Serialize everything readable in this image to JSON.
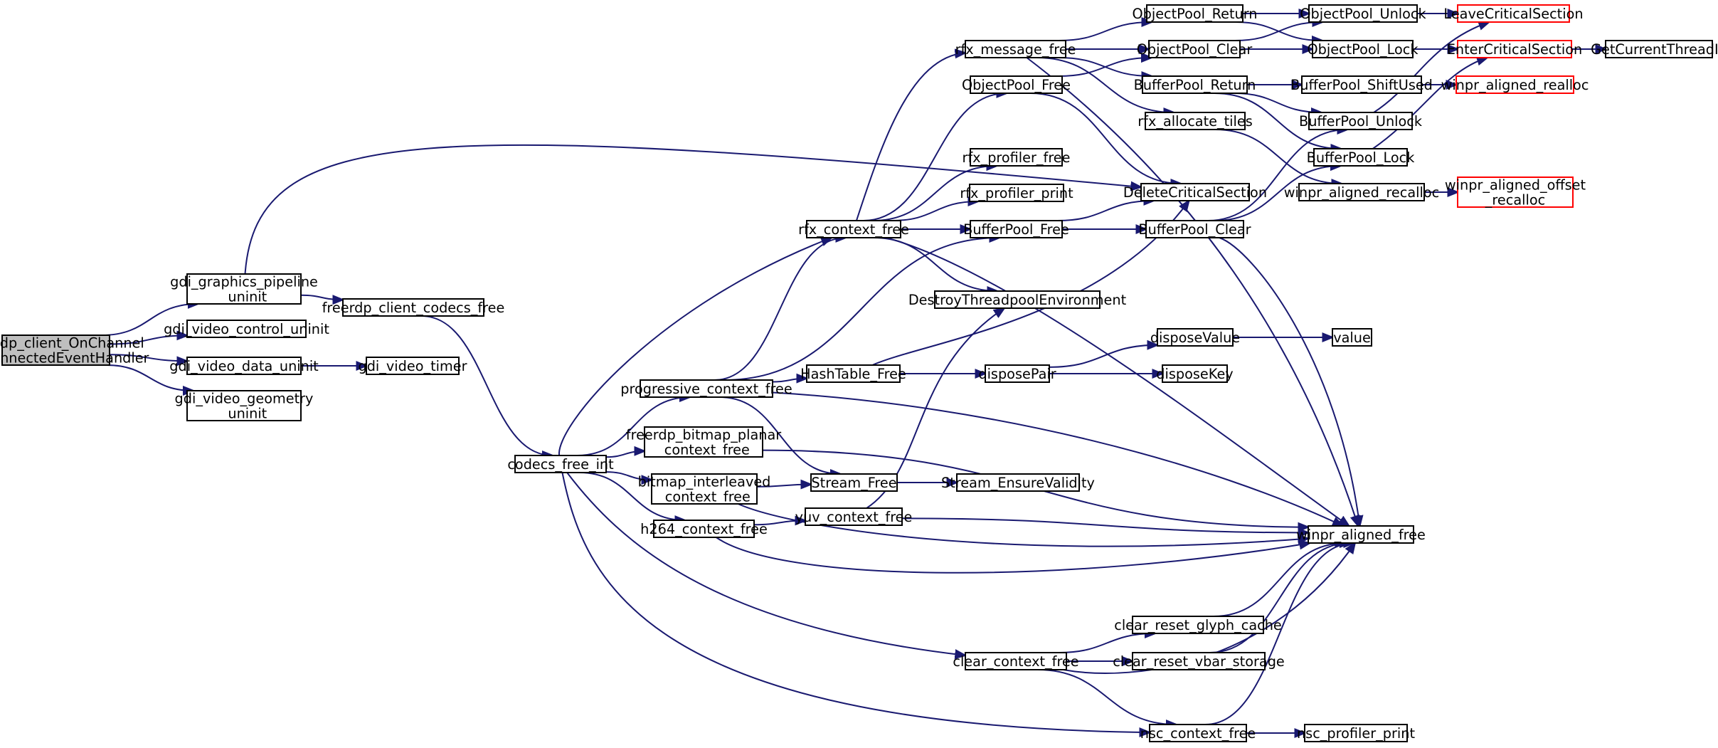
{
  "colors": {
    "edge": "#191970",
    "node_border": "#000000",
    "external_border": "#ff0000",
    "root_fill": "#bfbfbf",
    "node_fill": "#ffffff"
  },
  "nodes": [
    {
      "id": "root",
      "lines": [
        "freerdp_client_OnChannel",
        "DisconnectedEventHandler"
      ],
      "kind": "root"
    },
    {
      "id": "gdi_gp",
      "lines": [
        "gdi_graphics_pipeline",
        "_uninit"
      ]
    },
    {
      "id": "gdi_vcu",
      "lines": [
        "gdi_video_control_uninit"
      ]
    },
    {
      "id": "gdi_vdu",
      "lines": [
        "gdi_video_data_uninit"
      ]
    },
    {
      "id": "gdi_vgu",
      "lines": [
        "gdi_video_geometry",
        "_uninit"
      ]
    },
    {
      "id": "fccf",
      "lines": [
        "freerdp_client_codecs_free"
      ]
    },
    {
      "id": "gvt",
      "lines": [
        "gdi_video_timer"
      ]
    },
    {
      "id": "cfi",
      "lines": [
        "codecs_free_int"
      ]
    },
    {
      "id": "rfxcf",
      "lines": [
        "rfx_context_free"
      ]
    },
    {
      "id": "pcf",
      "lines": [
        "progressive_context_free"
      ]
    },
    {
      "id": "fbpcf",
      "lines": [
        "freerdp_bitmap_planar",
        "_context_free"
      ]
    },
    {
      "id": "bicf",
      "lines": [
        "bitmap_interleaved",
        "_context_free"
      ]
    },
    {
      "id": "h264",
      "lines": [
        "h264_context_free"
      ]
    },
    {
      "id": "ccf",
      "lines": [
        "clear_context_free"
      ]
    },
    {
      "id": "nsc",
      "lines": [
        "nsc_context_free"
      ]
    },
    {
      "id": "rmf",
      "lines": [
        "rfx_message_free"
      ]
    },
    {
      "id": "opf",
      "lines": [
        "ObjectPool_Free"
      ]
    },
    {
      "id": "rpf",
      "lines": [
        "rfx_profiler_free"
      ]
    },
    {
      "id": "rpp",
      "lines": [
        "rfx_profiler_print"
      ]
    },
    {
      "id": "bpf",
      "lines": [
        "BufferPool_Free"
      ]
    },
    {
      "id": "dte",
      "lines": [
        "DestroyThreadpoolEnvironment"
      ]
    },
    {
      "id": "htf",
      "lines": [
        "HashTable_Free"
      ]
    },
    {
      "id": "sf",
      "lines": [
        "Stream_Free"
      ]
    },
    {
      "id": "yuv",
      "lines": [
        "yuv_context_free"
      ]
    },
    {
      "id": "opr",
      "lines": [
        "ObjectPool_Return"
      ]
    },
    {
      "id": "opc",
      "lines": [
        "ObjectPool_Clear"
      ]
    },
    {
      "id": "bpr",
      "lines": [
        "BufferPool_Return"
      ]
    },
    {
      "id": "rat",
      "lines": [
        "rfx_allocate_tiles"
      ]
    },
    {
      "id": "dcs",
      "lines": [
        "DeleteCriticalSection"
      ]
    },
    {
      "id": "bpc",
      "lines": [
        "BufferPool_Clear"
      ]
    },
    {
      "id": "dp",
      "lines": [
        "disposePair"
      ]
    },
    {
      "id": "sev",
      "lines": [
        "Stream_EnsureValidity"
      ]
    },
    {
      "id": "crgc",
      "lines": [
        "clear_reset_glyph_cache"
      ]
    },
    {
      "id": "crvs",
      "lines": [
        "clear_reset_vbar_storage"
      ]
    },
    {
      "id": "npp",
      "lines": [
        "nsc_profiler_print"
      ]
    },
    {
      "id": "opu",
      "lines": [
        "ObjectPool_Unlock"
      ]
    },
    {
      "id": "opl",
      "lines": [
        "ObjectPool_Lock"
      ]
    },
    {
      "id": "bpsu",
      "lines": [
        "BufferPool_ShiftUsed"
      ]
    },
    {
      "id": "bpu",
      "lines": [
        "BufferPool_Unlock"
      ]
    },
    {
      "id": "bpl",
      "lines": [
        "BufferPool_Lock"
      ]
    },
    {
      "id": "war",
      "lines": [
        "winpr_aligned_recalloc"
      ]
    },
    {
      "id": "dv",
      "lines": [
        "disposeValue"
      ]
    },
    {
      "id": "dk",
      "lines": [
        "disposeKey"
      ]
    },
    {
      "id": "waf",
      "lines": [
        "winpr_aligned_free"
      ]
    },
    {
      "id": "lcs",
      "lines": [
        "LeaveCriticalSection"
      ],
      "kind": "external"
    },
    {
      "id": "ecs",
      "lines": [
        "EnterCriticalSection"
      ],
      "kind": "external"
    },
    {
      "id": "wareal",
      "lines": [
        "winpr_aligned_realloc"
      ],
      "kind": "external"
    },
    {
      "id": "waor",
      "lines": [
        "winpr_aligned_offset",
        "_recalloc"
      ],
      "kind": "external"
    },
    {
      "id": "gcti",
      "lines": [
        "GetCurrentThreadId"
      ]
    },
    {
      "id": "val",
      "lines": [
        "value"
      ]
    }
  ],
  "edges": [
    [
      "root",
      "gdi_gp"
    ],
    [
      "root",
      "gdi_vcu"
    ],
    [
      "root",
      "gdi_vdu"
    ],
    [
      "root",
      "gdi_vgu"
    ],
    [
      "gdi_gp",
      "fccf"
    ],
    [
      "gdi_gp",
      "dcs"
    ],
    [
      "gdi_vdu",
      "gvt"
    ],
    [
      "fccf",
      "cfi"
    ],
    [
      "cfi",
      "rfxcf"
    ],
    [
      "cfi",
      "pcf"
    ],
    [
      "cfi",
      "fbpcf"
    ],
    [
      "cfi",
      "bicf"
    ],
    [
      "cfi",
      "h264"
    ],
    [
      "cfi",
      "ccf"
    ],
    [
      "cfi",
      "nsc"
    ],
    [
      "rfxcf",
      "rmf"
    ],
    [
      "rfxcf",
      "opf"
    ],
    [
      "rfxcf",
      "rpf"
    ],
    [
      "rfxcf",
      "rpp"
    ],
    [
      "rfxcf",
      "bpf"
    ],
    [
      "rfxcf",
      "dte"
    ],
    [
      "rfxcf",
      "waf"
    ],
    [
      "pcf",
      "rfxcf"
    ],
    [
      "pcf",
      "bpf"
    ],
    [
      "pcf",
      "htf"
    ],
    [
      "pcf",
      "sf"
    ],
    [
      "pcf",
      "waf"
    ],
    [
      "fbpcf",
      "waf"
    ],
    [
      "bicf",
      "sf"
    ],
    [
      "bicf",
      "waf"
    ],
    [
      "h264",
      "yuv"
    ],
    [
      "h264",
      "waf"
    ],
    [
      "ccf",
      "crgc"
    ],
    [
      "ccf",
      "crvs"
    ],
    [
      "ccf",
      "nsc"
    ],
    [
      "ccf",
      "waf"
    ],
    [
      "nsc",
      "npp"
    ],
    [
      "nsc",
      "waf"
    ],
    [
      "rmf",
      "opr"
    ],
    [
      "rmf",
      "opc"
    ],
    [
      "rmf",
      "bpr"
    ],
    [
      "rmf",
      "rat"
    ],
    [
      "rmf",
      "waf"
    ],
    [
      "opf",
      "opc"
    ],
    [
      "opf",
      "dcs"
    ],
    [
      "bpf",
      "bpc"
    ],
    [
      "bpf",
      "dcs"
    ],
    [
      "htf",
      "dp"
    ],
    [
      "htf",
      "dcs"
    ],
    [
      "sf",
      "sev"
    ],
    [
      "yuv",
      "dte"
    ],
    [
      "yuv",
      "waf"
    ],
    [
      "opr",
      "opu"
    ],
    [
      "opr",
      "opl"
    ],
    [
      "opc",
      "opu"
    ],
    [
      "opc",
      "opl"
    ],
    [
      "bpr",
      "bpsu"
    ],
    [
      "bpr",
      "bpu"
    ],
    [
      "bpr",
      "bpl"
    ],
    [
      "rat",
      "war"
    ],
    [
      "bpc",
      "bpu"
    ],
    [
      "bpc",
      "bpl"
    ],
    [
      "bpc",
      "waf"
    ],
    [
      "dp",
      "dv"
    ],
    [
      "dp",
      "dk"
    ],
    [
      "crgc",
      "waf"
    ],
    [
      "crvs",
      "waf"
    ],
    [
      "opu",
      "lcs"
    ],
    [
      "opl",
      "ecs"
    ],
    [
      "bpsu",
      "wareal"
    ],
    [
      "bpu",
      "lcs"
    ],
    [
      "bpl",
      "ecs"
    ],
    [
      "war",
      "waor"
    ],
    [
      "dv",
      "val"
    ],
    [
      "ecs",
      "gcti"
    ]
  ]
}
